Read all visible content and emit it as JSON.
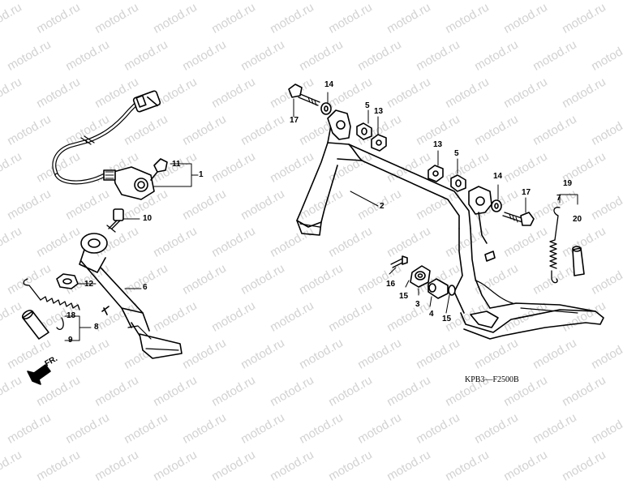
{
  "watermark": "motod.ru",
  "diagram_code": "KPB3—F2500B",
  "front_indicator": "FR.",
  "callouts": {
    "c1": "1",
    "c2": "2",
    "c3": "3",
    "c4": "4",
    "c5a": "5",
    "c5b": "5",
    "c6": "6",
    "c7": "7",
    "c8": "8",
    "c9": "9",
    "c10": "10",
    "c11": "11",
    "c12": "12",
    "c13a": "13",
    "c13b": "13",
    "c14a": "14",
    "c14b": "14",
    "c15a": "15",
    "c15b": "15",
    "c16": "16",
    "c17a": "17",
    "c17b": "17",
    "c18": "18",
    "c19": "19",
    "c20": "20"
  },
  "colors": {
    "line": "#000000",
    "watermark": "#d2d2d2",
    "background": "#ffffff"
  }
}
